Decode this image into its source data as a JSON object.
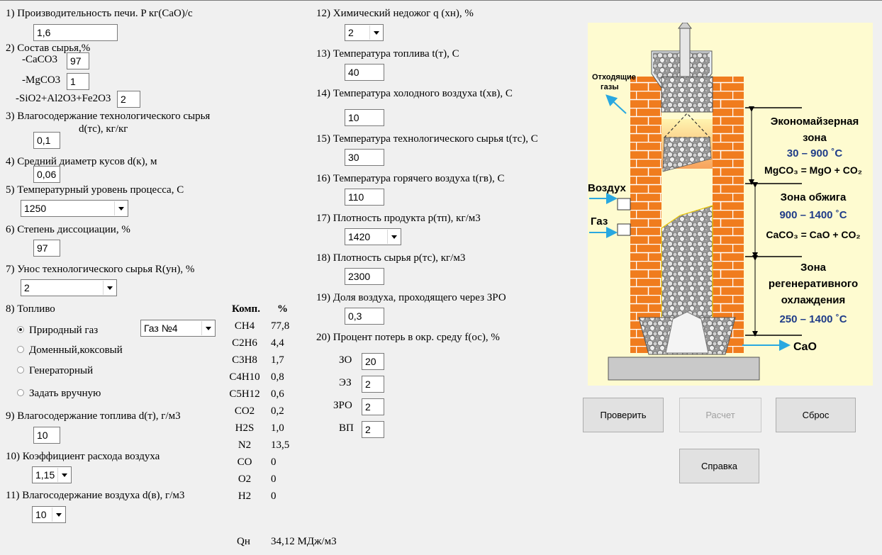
{
  "form": {
    "p1_label": "1) Производительность печи. P  кг(CaO)/c",
    "p1_value": "1,6",
    "p2_label": "2) Состав сырья,%",
    "caco3_label": "-CaCO3",
    "caco3_value": "97",
    "mgco3_label": "-MgCO3",
    "mgco3_value": "1",
    "sio2_label": "-SiO2+Al2O3+Fe2O3",
    "sio2_value": "2",
    "p3_label": "3) Влагосодержание технологического сырья",
    "p3_label2": "d(тс), кг/кг",
    "p3_value": "0,1",
    "p4_label": "4) Средний диаметр кусов d(к), м",
    "p4_value": "0,06",
    "p5_label": "5) Температурный уровень процесса, С",
    "p5_value": "1250",
    "p6_label": "6) Степень диссоциации, %",
    "p6_value": "97",
    "p7_label": "7) Унос технологического сырья R(ун), %",
    "p7_value": "2",
    "p8_label": "8) Топливо",
    "fuel_options": [
      "Природный газ",
      "Доменный,коксовый",
      "Генераторный",
      "Задать вручную"
    ],
    "gas_select": "Газ №4",
    "p9_label": "9) Влагосодержание топлива d(т), г/м3",
    "p9_value": "10",
    "p10_label": "10) Коэффициент расхода воздуха",
    "p10_value": "1,15",
    "p11_label": "11) Влагосодержание воздуха d(в), г/м3",
    "p11_value": "10",
    "p12_label": "12) Химический недожог q (хн), %",
    "p12_value": "2",
    "p13_label": "13) Температура топлива  t(т), С",
    "p13_value": "40",
    "p14_label": "14) Температура холодного воздуха t(хв), С",
    "p14_value": "10",
    "p15_label": "15) Температура технологического сырья t(тс), С",
    "p15_value": "30",
    "p16_label": "16) Температура горячего воздуха t(гв), С",
    "p16_value": "110",
    "p17_label": "17) Плотность продукта  р(тп), кг/м3",
    "p17_value": "1420",
    "p18_label": "18) Плотность сырья р(тс), кг/м3",
    "p18_value": "2300",
    "p19_label": "19) Доля воздуха, проходящего через ЗРО",
    "p19_value": "0,3",
    "p20_label": "20) Процент потерь в окр. среду f(ос), %",
    "losses": [
      {
        "label": "ЗО",
        "value": "20"
      },
      {
        "label": "ЭЗ",
        "value": "2"
      },
      {
        "label": "ЗРО",
        "value": "2"
      },
      {
        "label": "ВП",
        "value": "2"
      }
    ]
  },
  "composition": {
    "head_comp": "Комп.",
    "head_pct": "%",
    "rows": [
      {
        "comp": "CH4",
        "pct": "77,8"
      },
      {
        "comp": "C2H6",
        "pct": "4,4"
      },
      {
        "comp": "C3H8",
        "pct": "1,7"
      },
      {
        "comp": "C4H10",
        "pct": "0,8"
      },
      {
        "comp": "C5H12",
        "pct": "0,6"
      },
      {
        "comp": "CO2",
        "pct": "0,2"
      },
      {
        "comp": "H2S",
        "pct": "1,0"
      },
      {
        "comp": "N2",
        "pct": "13,5"
      },
      {
        "comp": "CO",
        "pct": "0"
      },
      {
        "comp": "O2",
        "pct": "0"
      },
      {
        "comp": "H2",
        "pct": "0"
      }
    ],
    "qn_label": "Qн",
    "qn_value": "34,12 МДж/м3"
  },
  "diagram": {
    "exhaust_line1": "Отходящие",
    "exhaust_line2": "газы",
    "air_label": "Воздух",
    "gas_label": "Газ",
    "zone1_line1": "Экономайзерная",
    "zone1_line2": "зона",
    "zone1_temp": "30 – 900 ˚C",
    "zone1_reaction": "MgCO₃ = MgO + CO₂",
    "zone2_line1": "Зона обжига",
    "zone2_temp": "900 – 1400 ˚C",
    "zone2_reaction": "CaCO₃ = CaO + CO₂",
    "zone3_line1": "Зона",
    "zone3_line2": "регенеративного",
    "zone3_line3": "охлаждения",
    "zone3_temp": "250 – 1400 ˚C",
    "output_label": "CaO",
    "colors": {
      "brick": "#f07c1e",
      "mortar": "#ffffff",
      "temp_text": "#1f3c88",
      "arrow": "#29a8e0",
      "background": "#fefbd0"
    }
  },
  "buttons": {
    "check": "Проверить",
    "calc": "Расчет",
    "reset": "Сброс",
    "help": "Справка"
  }
}
